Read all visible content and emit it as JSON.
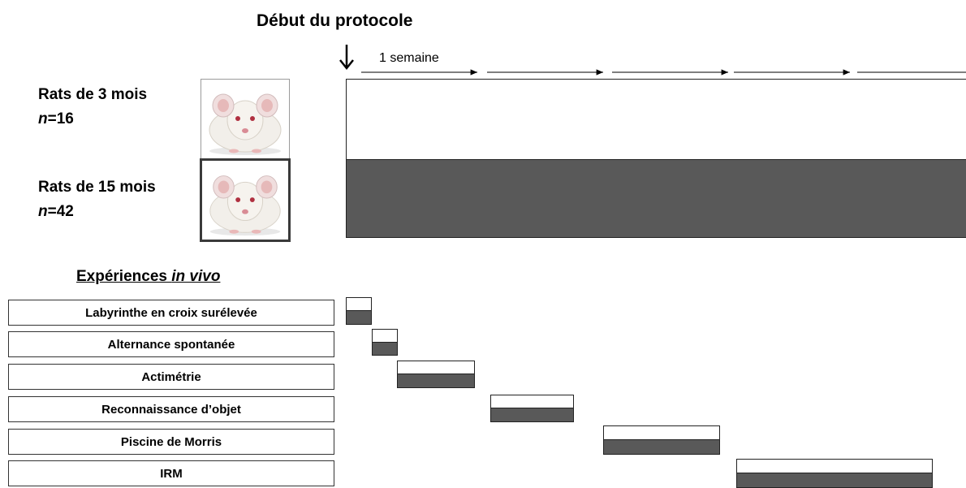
{
  "title": "Début du protocole",
  "week_label": "1 semaine",
  "groups": [
    {
      "label": "Rats de 3 mois",
      "n_prefix": "n",
      "n_value": "=16",
      "band_color": "#ffffff"
    },
    {
      "label": "Rats de 15 mois",
      "n_prefix": "n",
      "n_value": "=42",
      "band_color": "#595959"
    }
  ],
  "section": {
    "prefix": "Expériences ",
    "italic": "in vivo"
  },
  "experiments": [
    {
      "label": "Labyrinthe en croix surélevée"
    },
    {
      "label": "Alternance spontanée"
    },
    {
      "label": "Actimétrie"
    },
    {
      "label": "Reconnaissance d’objet"
    },
    {
      "label": "Piscine de Morris"
    },
    {
      "label": "IRM"
    }
  ],
  "colors": {
    "dark_bar": "#595959",
    "line": "#222222"
  },
  "icons": [
    "down-arrow-icon",
    "rat-image"
  ]
}
